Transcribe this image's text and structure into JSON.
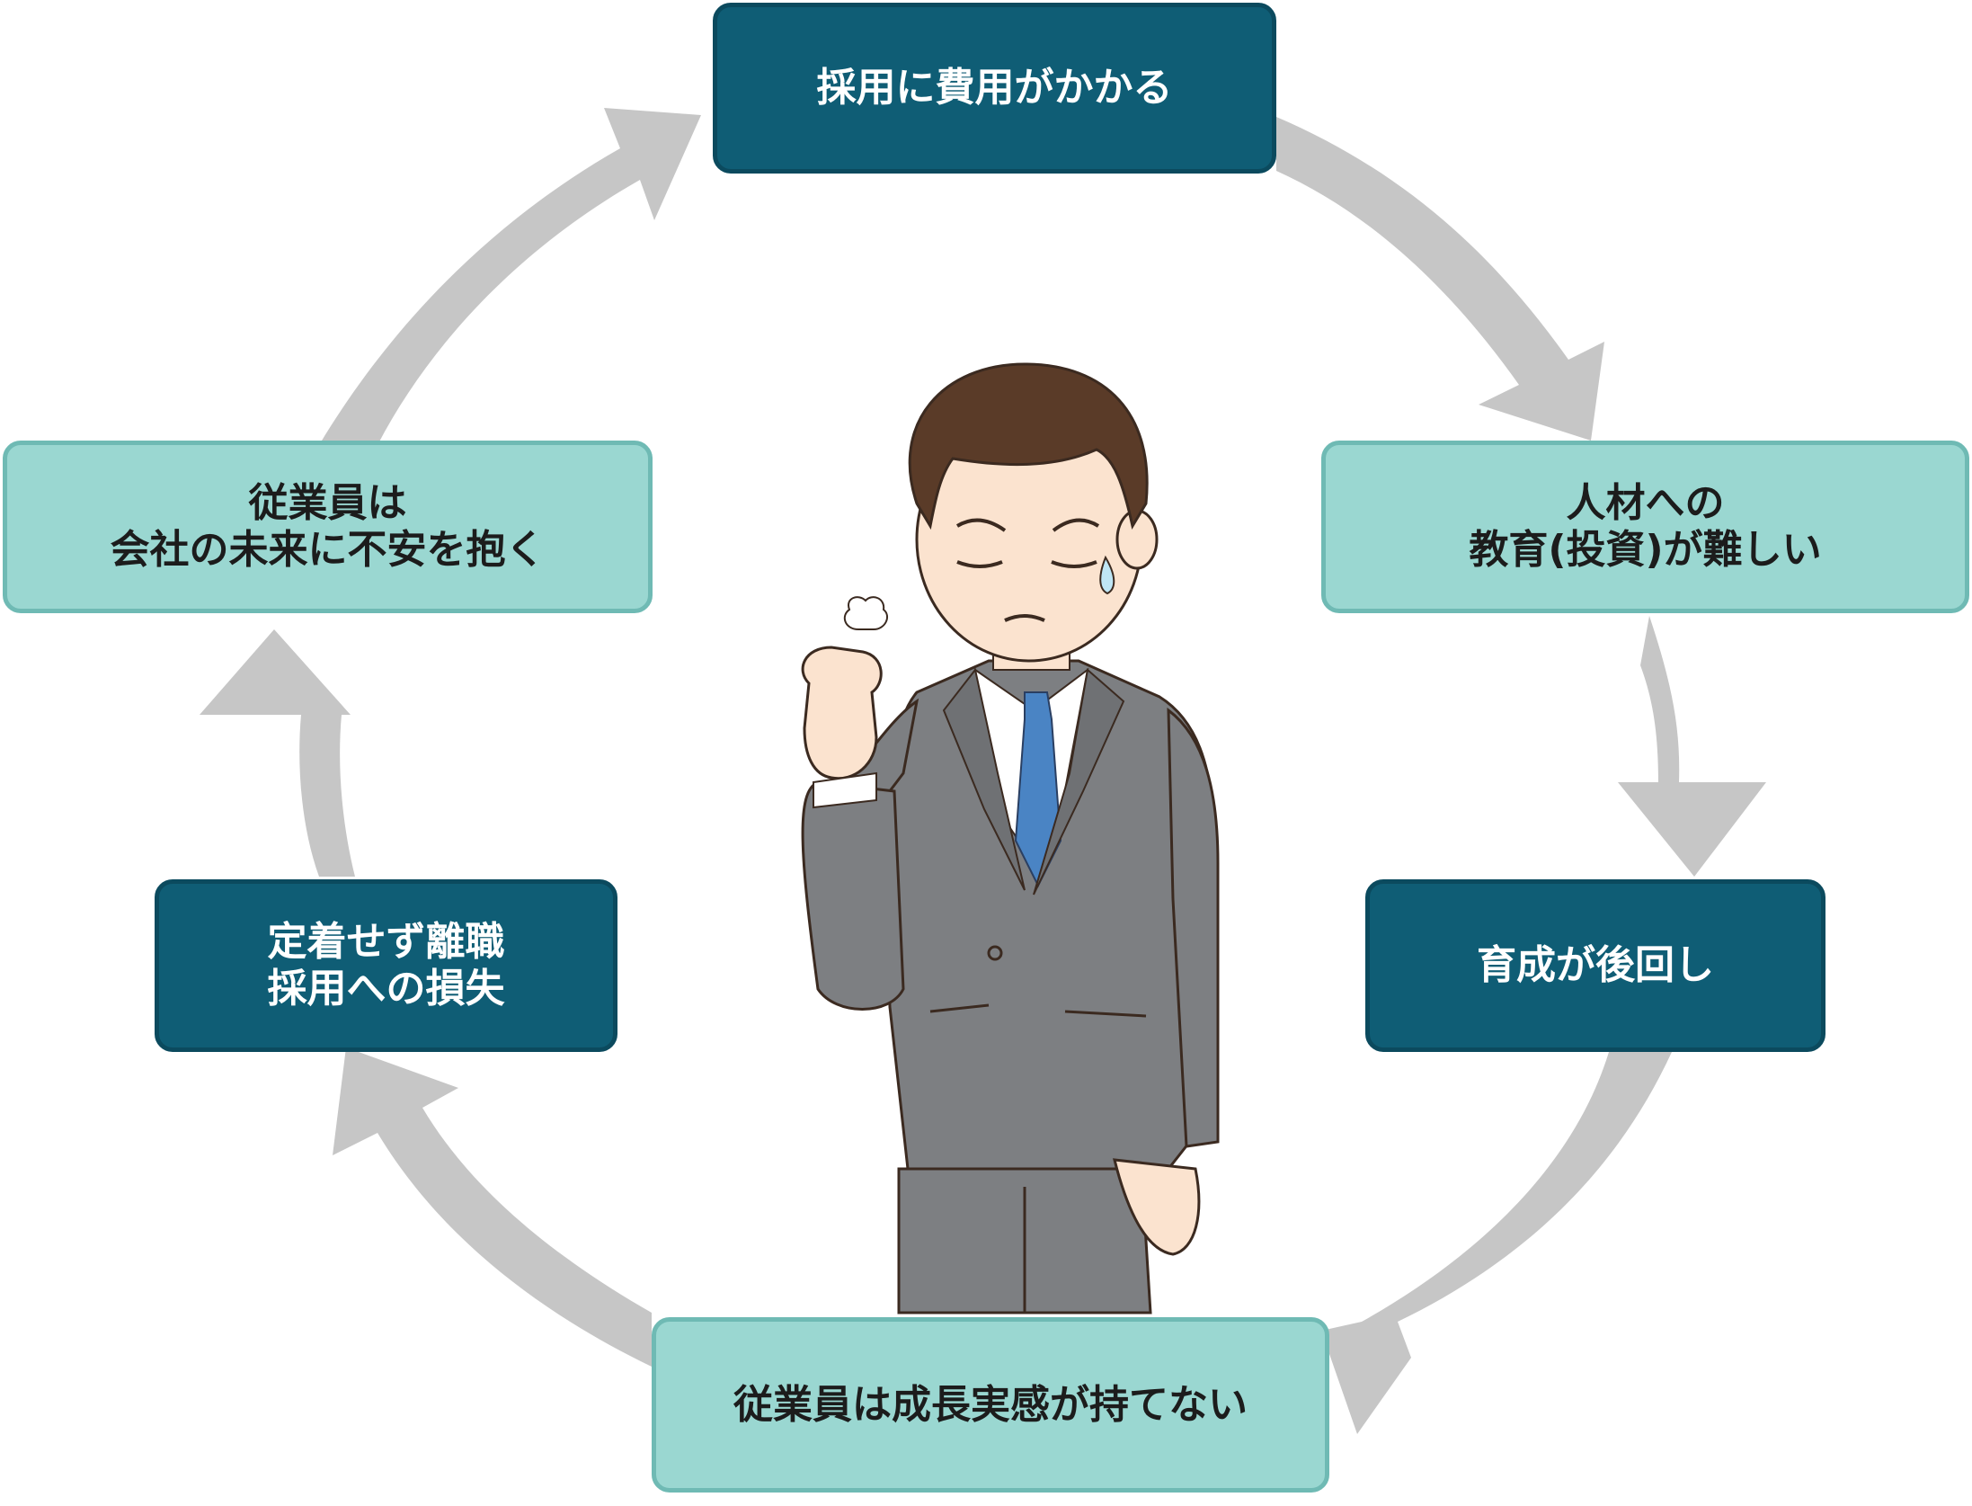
{
  "cycle": {
    "steps": [
      {
        "id": "hiring-cost",
        "text": "採用に費用がかかる",
        "style": "dark"
      },
      {
        "id": "education-hard",
        "text": "人材への\n教育(投資)が難しい",
        "style": "light"
      },
      {
        "id": "training-postponed",
        "text": "育成が後回し",
        "style": "dark"
      },
      {
        "id": "no-growth",
        "text": "従業員は成長実感が持てない",
        "style": "light"
      },
      {
        "id": "turnover-loss",
        "text": "定着せず離職\n採用への損失",
        "style": "dark"
      },
      {
        "id": "anxiety",
        "text": "従業員は\n会社の未来に不安を抱く",
        "style": "light"
      }
    ]
  },
  "colors": {
    "dark_box": "#0f5d75",
    "light_box": "#9ad7d1",
    "arrow": "#c6c6c6"
  },
  "illustration": {
    "subject": "sighing-businessman-icon"
  }
}
